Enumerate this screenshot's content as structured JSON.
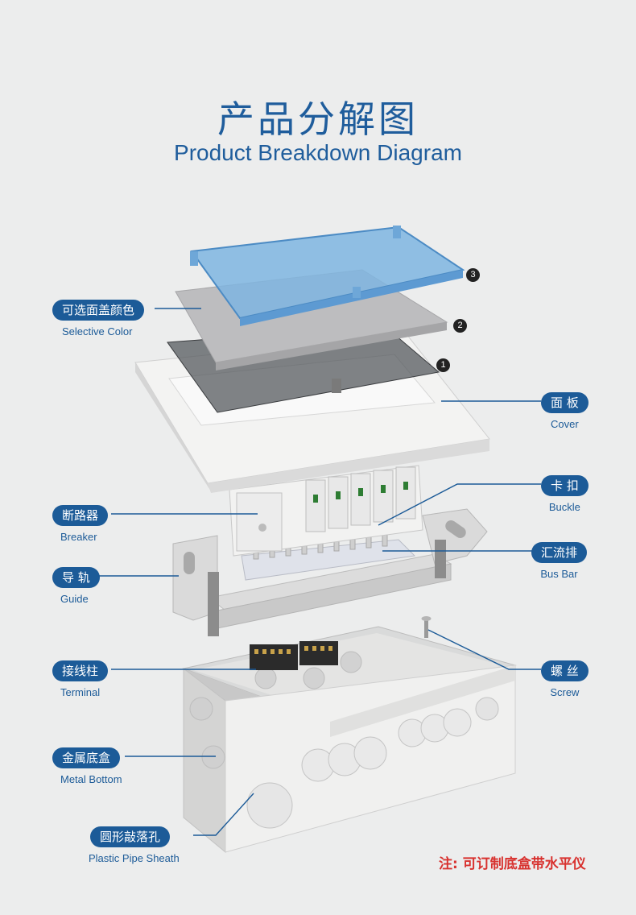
{
  "title": {
    "cn": "产品分解图",
    "en": "Product Breakdown Diagram"
  },
  "callouts": [
    {
      "id": "selective-color",
      "cn": "可选面盖颜色",
      "en": "Selective Color"
    },
    {
      "id": "cover",
      "cn": "面 板",
      "en": "Cover"
    },
    {
      "id": "breaker",
      "cn": "断路器",
      "en": "Breaker"
    },
    {
      "id": "buckle",
      "cn": "卡 扣",
      "en": "Buckle"
    },
    {
      "id": "bus-bar",
      "cn": "汇流排",
      "en": "Bus Bar"
    },
    {
      "id": "guide",
      "cn": "导 轨",
      "en": "Guide"
    },
    {
      "id": "terminal",
      "cn": "接线柱",
      "en": "Terminal"
    },
    {
      "id": "screw",
      "cn": "螺 丝",
      "en": "Screw"
    },
    {
      "id": "metal-bottom",
      "cn": "金属底盒",
      "en": "Metal Bottom"
    },
    {
      "id": "knockout",
      "cn": "圆形敲落孔",
      "en": "Plastic Pipe Sheath"
    }
  ],
  "markers": [
    "3",
    "2",
    "1"
  ],
  "note": "注: 可订制底盒带水平仪",
  "colors": {
    "accent": "#1c5b98",
    "note": "#d8322f",
    "cover_blue": "#7fb5e0"
  }
}
